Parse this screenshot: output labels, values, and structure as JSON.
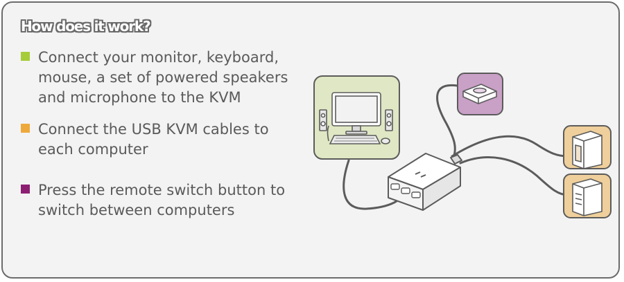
{
  "title": "How does it work?",
  "steps": [
    {
      "text": "Connect your monitor, keyboard, mouse, a set of powered speakers and microphone to the KVM",
      "color": "#a6cc3a"
    },
    {
      "text": "Connect the USB KVM cables to each computer",
      "color": "#eea93c"
    },
    {
      "text": "Press the remote switch button to switch between computers",
      "color": "#8d1f73"
    }
  ],
  "colors": {
    "workstation_panel": "#dfe7c4",
    "remote_panel": "#c9a0c6",
    "computer_panel": "#efcf9b",
    "outline": "#5b5b5b",
    "card_background": "#f3f3f3"
  },
  "icons": {
    "workstation": "monitor-speakers-keyboard-mouse-icon",
    "remote": "remote-switch-icon",
    "kvm": "kvm-switch-icon",
    "computer_1": "computer-tower-icon",
    "computer_2": "computer-tower-icon"
  }
}
